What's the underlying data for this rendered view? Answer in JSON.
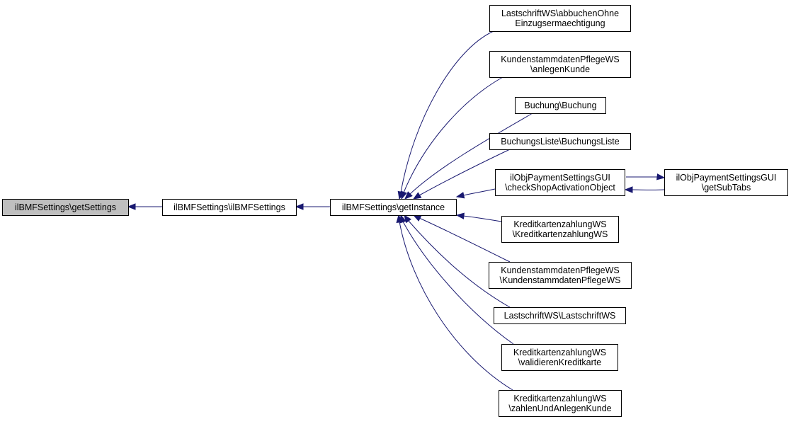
{
  "diagram": {
    "nodes": [
      {
        "id": "n0",
        "lines": [
          "ilBMFSettings\\getSettings"
        ],
        "highlight": true
      },
      {
        "id": "n1",
        "lines": [
          "ilBMFSettings\\ilBMFSettings"
        ],
        "highlight": false
      },
      {
        "id": "n2",
        "lines": [
          "ilBMFSettings\\getInstance"
        ],
        "highlight": false
      },
      {
        "id": "n3",
        "lines": [
          "LastschriftWS\\abbuchenOhne",
          "Einzugsermaechtigung"
        ],
        "highlight": false
      },
      {
        "id": "n4",
        "lines": [
          "KundenstammdatenPflegeWS",
          "\\anlegenKunde"
        ],
        "highlight": false
      },
      {
        "id": "n5",
        "lines": [
          "Buchung\\Buchung"
        ],
        "highlight": false
      },
      {
        "id": "n6",
        "lines": [
          "BuchungsListe\\BuchungsListe"
        ],
        "highlight": false
      },
      {
        "id": "n7",
        "lines": [
          "ilObjPaymentSettingsGUI",
          "\\checkShopActivationObject"
        ],
        "highlight": false
      },
      {
        "id": "n8",
        "lines": [
          "ilObjPaymentSettingsGUI",
          "\\getSubTabs"
        ],
        "highlight": false
      },
      {
        "id": "n9",
        "lines": [
          "KreditkartenzahlungWS",
          "\\KreditkartenzahlungWS"
        ],
        "highlight": false
      },
      {
        "id": "n10",
        "lines": [
          "KundenstammdatenPflegeWS",
          "\\KundenstammdatenPflegeWS"
        ],
        "highlight": false
      },
      {
        "id": "n11",
        "lines": [
          "LastschriftWS\\LastschriftWS"
        ],
        "highlight": false
      },
      {
        "id": "n12",
        "lines": [
          "KreditkartenzahlungWS",
          "\\validierenKreditkarte"
        ],
        "highlight": false
      },
      {
        "id": "n13",
        "lines": [
          "KreditkartenzahlungWS",
          "\\zahlenUndAnlegenKunde"
        ],
        "highlight": false
      }
    ],
    "edges": [
      {
        "from": "n1",
        "to": "n0"
      },
      {
        "from": "n2",
        "to": "n1"
      },
      {
        "from": "n3",
        "to": "n2"
      },
      {
        "from": "n4",
        "to": "n2"
      },
      {
        "from": "n5",
        "to": "n2"
      },
      {
        "from": "n6",
        "to": "n2"
      },
      {
        "from": "n7",
        "to": "n2"
      },
      {
        "from": "n9",
        "to": "n2"
      },
      {
        "from": "n10",
        "to": "n2"
      },
      {
        "from": "n11",
        "to": "n2"
      },
      {
        "from": "n12",
        "to": "n2"
      },
      {
        "from": "n13",
        "to": "n2"
      },
      {
        "from": "n7",
        "to": "n8"
      },
      {
        "from": "n8",
        "to": "n7"
      }
    ]
  }
}
